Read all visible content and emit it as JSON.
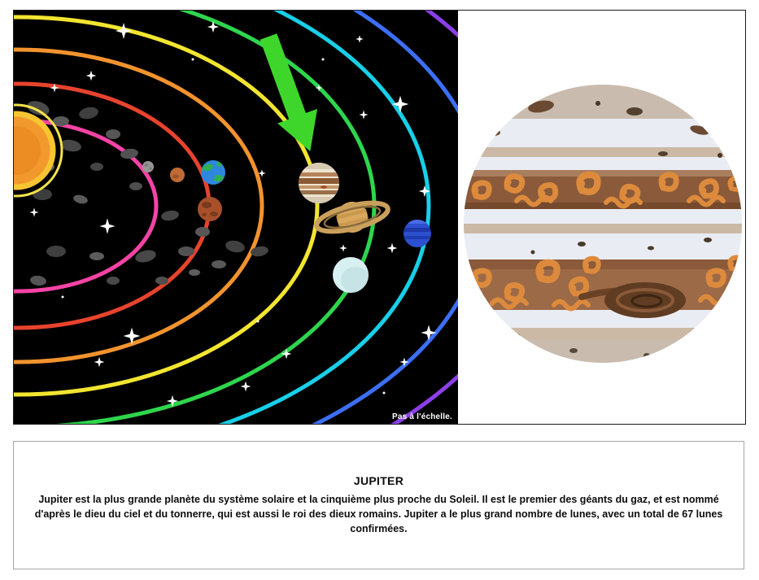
{
  "solar_system": {
    "note": "Pas à l'échelle.",
    "background": "#000000",
    "sun_color": "#f2992e",
    "sun_ring_color": "#f7c531",
    "orbit_colors": [
      "#f543a6",
      "#e8432d",
      "#f2932e",
      "#f2e530",
      "#2ed54d",
      "#18cfe8",
      "#3b6ff5",
      "#8c3fe8"
    ],
    "planets": [
      {
        "name": "mercury",
        "color": "#969696"
      },
      {
        "name": "venus",
        "color": "#c06b35"
      },
      {
        "name": "earth",
        "color": "#2e86de"
      },
      {
        "name": "mars",
        "color": "#a8502a"
      },
      {
        "name": "jupiter",
        "color": "#efe4d0"
      },
      {
        "name": "saturn",
        "color": "#d9a85c"
      },
      {
        "name": "uranus",
        "color": "#d8f0f2"
      },
      {
        "name": "neptune",
        "color": "#2d4fd0"
      }
    ],
    "arrow_color": "#3fd62b"
  },
  "jupiter_closeup": {
    "base_color": "#e9ecf3",
    "band_tan": "#cbb9a6",
    "cap_color": "#c9bcae",
    "band_brown_1": "#8a5a3a",
    "band_brown_2": "#9c6a47",
    "swirl_color": "#dd8a3c",
    "spot_color": "#5f3c22"
  },
  "caption": {
    "title": "JUPITER",
    "body": "Jupiter est la plus grande planète du système solaire et la cinquième plus proche du Soleil. Il est le premier des géants du gaz, et est nommé d'après le dieu du ciel et du tonnerre, qui est aussi le roi des dieux romains. Jupiter a le plus grand nombre de lunes, avec un total de 67 lunes confirmées."
  }
}
